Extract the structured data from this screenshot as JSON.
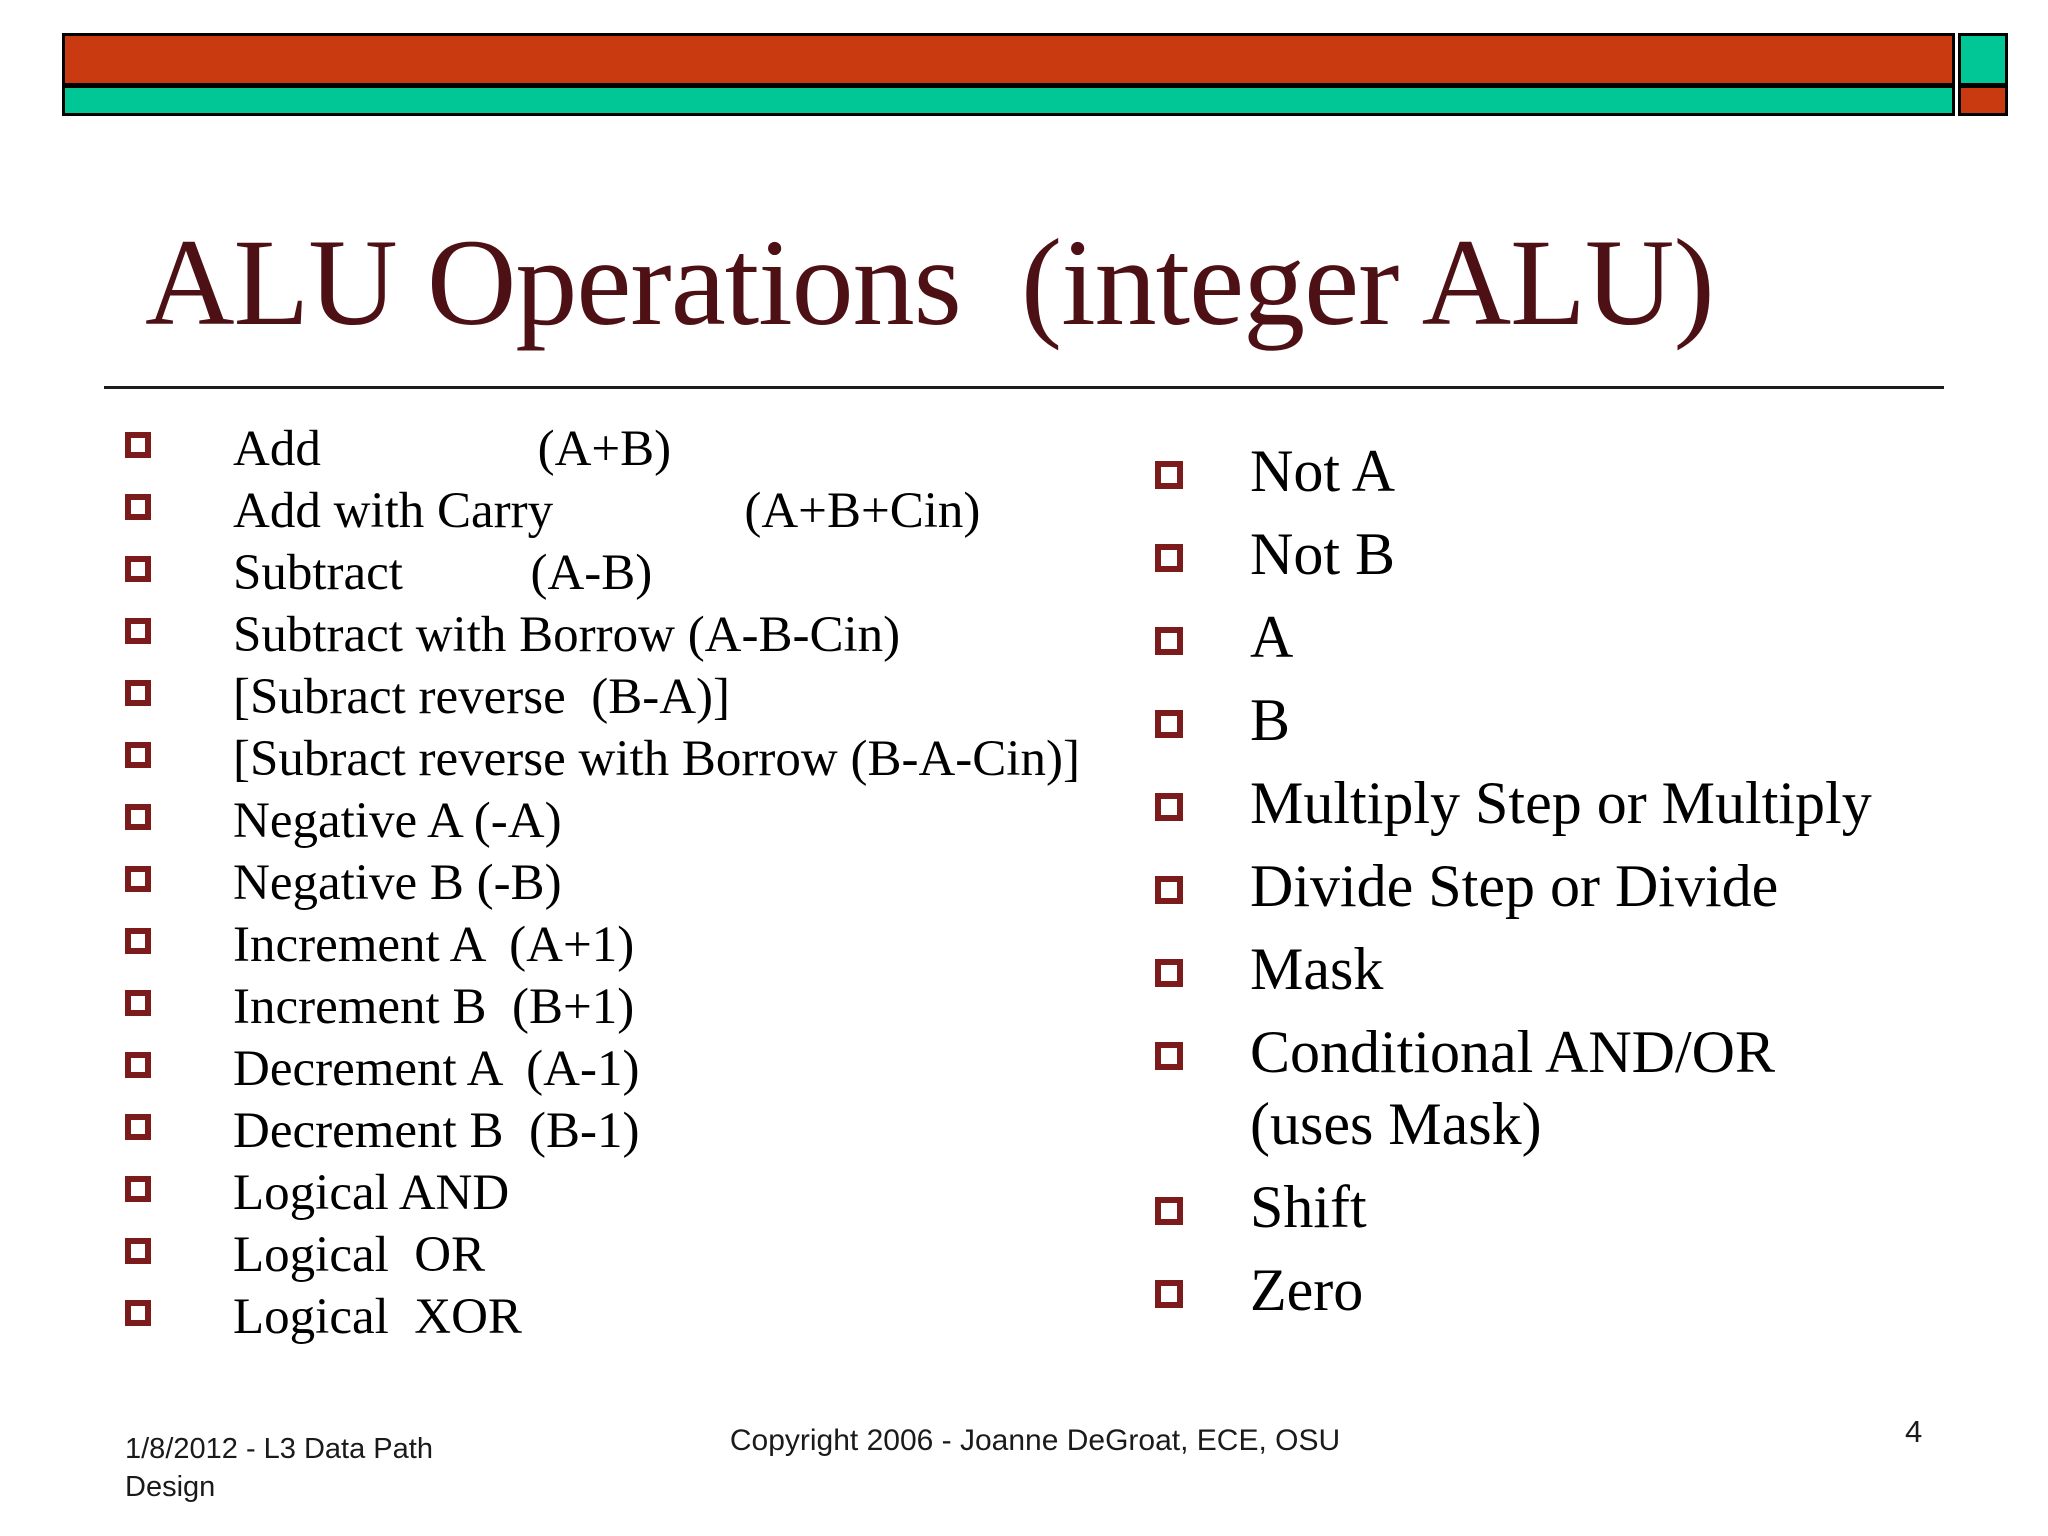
{
  "slide": {
    "title": "ALU Operations  (integer ALU)",
    "left_items": [
      "Add                 (A+B)",
      "Add with Carry               (A+B+Cin)",
      "Subtract          (A-B)",
      "Subtract with Borrow (A-B-Cin)",
      "[Subract reverse  (B-A)]",
      "[Subract reverse with Borrow (B-A-Cin)]",
      "Negative A (-A)",
      "Negative B (-B)",
      "Increment A  (A+1)",
      "Increment B  (B+1)",
      "Decrement A  (A-1)",
      "Decrement B  (B-1)",
      "Logical AND",
      "Logical  OR",
      "Logical  XOR"
    ],
    "right_items": [
      "Not A",
      "Not B",
      "A",
      "B",
      "Multiply Step or Multiply",
      "Divide Step or Divide",
      "Mask",
      "Conditional AND/OR (uses Mask)",
      "Shift",
      "Zero"
    ],
    "footer": {
      "left": "1/8/2012 - L3 Data Path Design",
      "center": "Copyright 2006 - Joanne DeGroat, ECE, OSU",
      "page_number": "4"
    },
    "colors": {
      "bar_red": "#C93A10",
      "bar_green": "#00C795",
      "bullet_maroon": "#7B1B1B",
      "title_maroon": "#4D1115"
    }
  }
}
